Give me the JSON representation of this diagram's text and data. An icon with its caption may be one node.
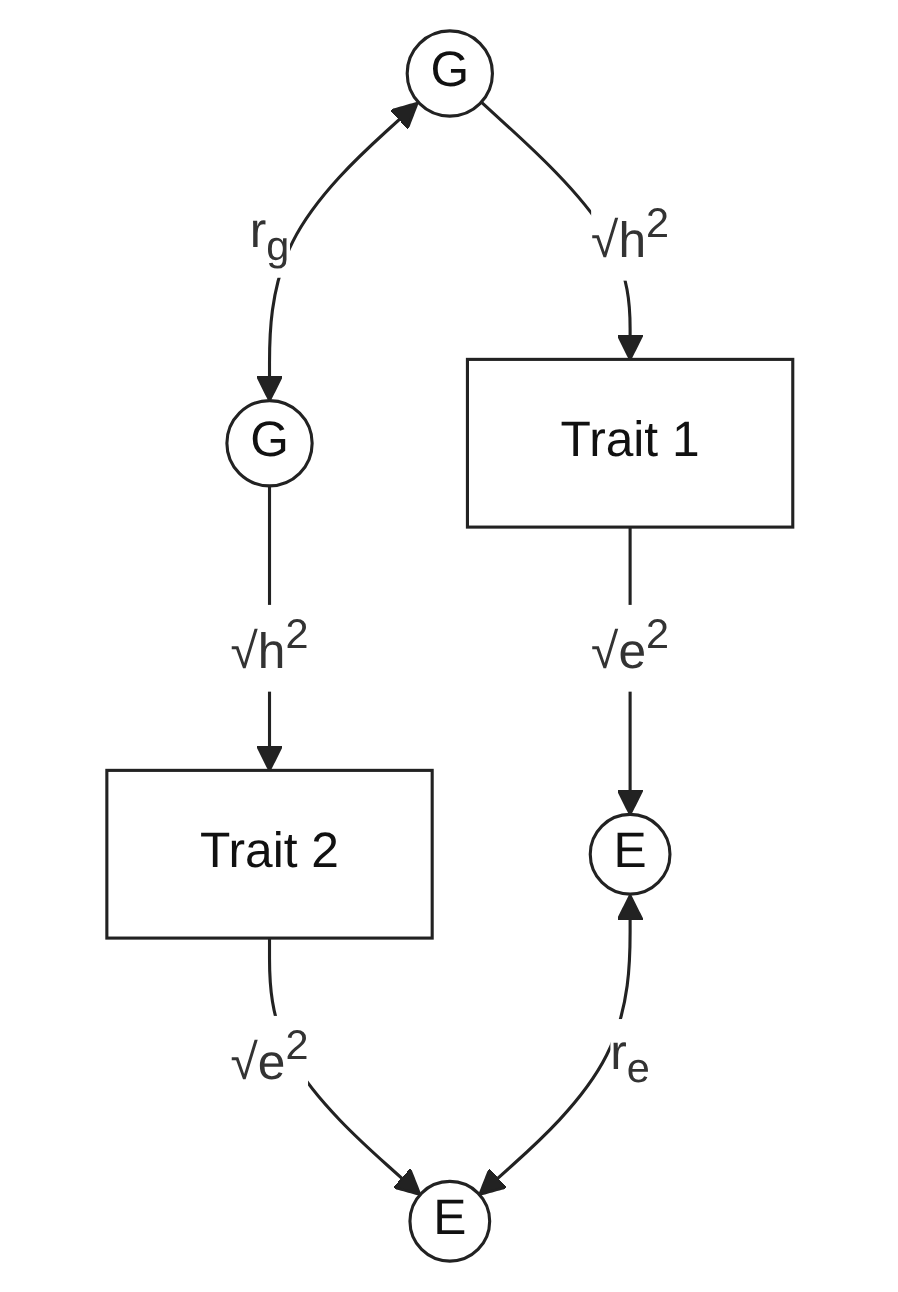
{
  "diagram": {
    "nodes": [
      {
        "text": [
          "G"
        ]
      },
      {
        "text": [
          "G"
        ]
      },
      {
        "text": [
          "Trait 1"
        ]
      },
      {
        "text": [
          "Trait 2"
        ]
      },
      {
        "text": [
          "E"
        ]
      },
      {
        "text": [
          "E"
        ]
      }
    ],
    "edges": [
      {
        "from": 0,
        "to": 1,
        "arrow": "both",
        "label": "r$_{g}$"
      },
      {
        "from": 0,
        "to": 2,
        "arrow": "to",
        "label": "√h$^{2}$"
      },
      {
        "from": 1,
        "to": 3,
        "arrow": "to",
        "label": "√h$^{2}$"
      },
      {
        "from": 2,
        "to": 4,
        "arrow": "to",
        "label": "√e$^{2}$"
      },
      {
        "from": 3,
        "to": 5,
        "arrow": "to",
        "label": "√e$^{2}$"
      },
      {
        "from": 4,
        "to": 5,
        "arrow": "both",
        "label": "r$_{e}$"
      }
    ]
  }
}
